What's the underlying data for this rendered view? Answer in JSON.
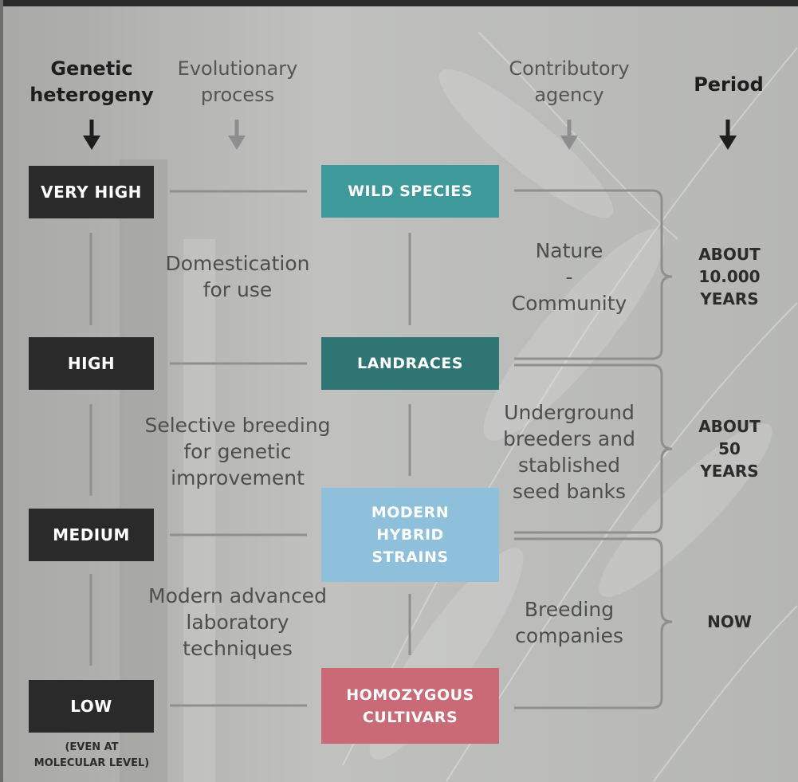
{
  "headers": {
    "genetic_heterogeny": "Genetic\nheterogeny",
    "evolutionary_process": "Evolutionary\nprocess",
    "contributory_agency": "Contributory\nagency",
    "period": "Period"
  },
  "levels": [
    "VERY HIGH",
    "HIGH",
    "MEDIUM",
    "LOW"
  ],
  "low_note": "(EVEN AT\nMOLECULAR LEVEL)",
  "stages": [
    {
      "label": "WILD SPECIES",
      "color": "#3e9a9a"
    },
    {
      "label": "LANDRACES",
      "color": "#2e7574"
    },
    {
      "label": "MODERN\nHYBRID\nSTRAINS",
      "color": "#8ec0dc"
    },
    {
      "label": "HOMOZYGOUS\nCULTIVARS",
      "color": "#c96a76"
    }
  ],
  "processes": [
    "Domestication\nfor use",
    "Selective breeding\nfor genetic\nimprovement",
    "Modern advanced\nlaboratory\ntechniques"
  ],
  "agencies": [
    "Nature\n-\nCommunity",
    "Underground\nbreeders and\nstablished\nseed banks",
    "Breeding\ncompanies"
  ],
  "periods": [
    "ABOUT\n10.000\nYEARS",
    "ABOUT\n50\nYEARS",
    "NOW"
  ]
}
